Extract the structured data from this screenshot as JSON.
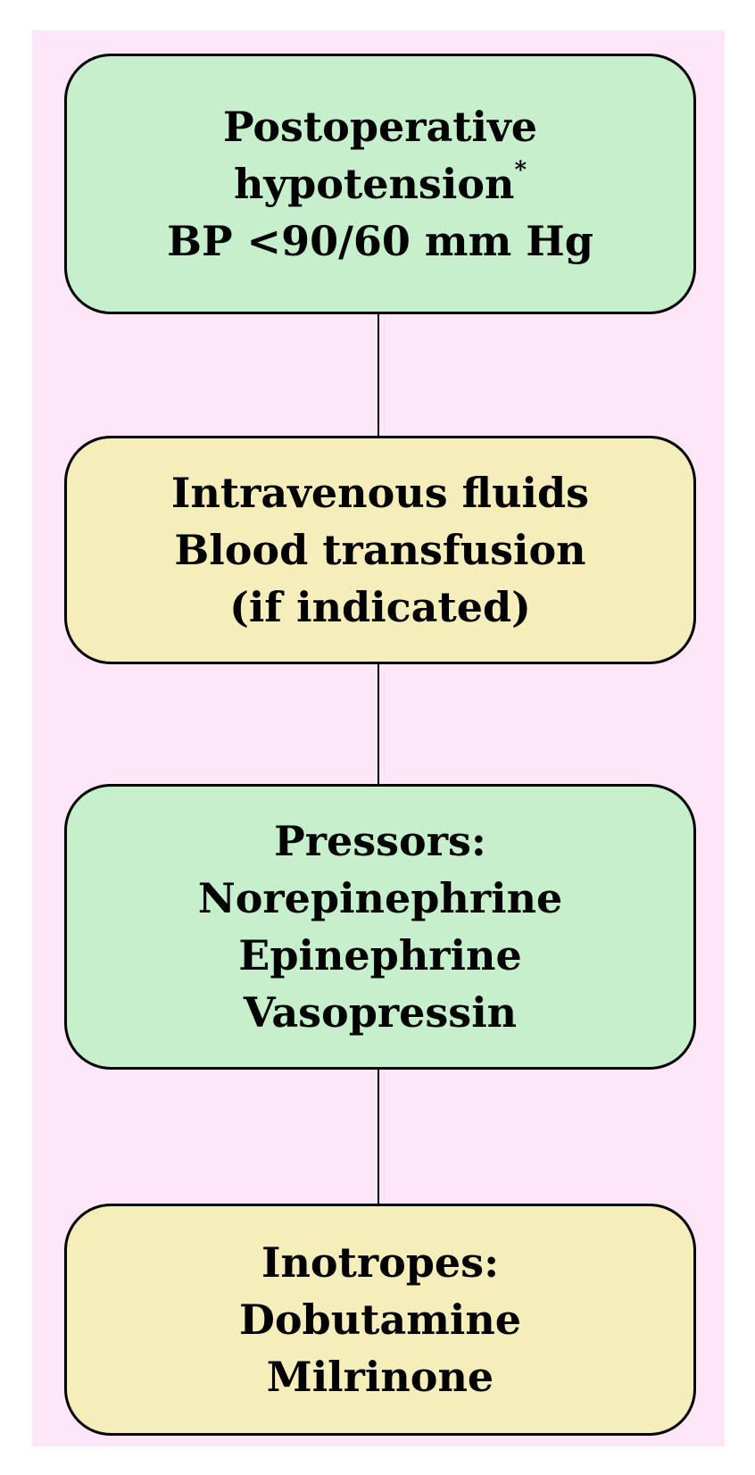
{
  "flowchart": {
    "steps": [
      {
        "lines": [
          "Postoperative",
          "hypotension",
          "BP <90/60 mm Hg"
        ],
        "superscript": "*",
        "fill": "#c6f0cc"
      },
      {
        "lines": [
          "Intravenous fluids",
          "Blood transfusion",
          "(if indicated)"
        ],
        "fill": "#f5eebb"
      },
      {
        "lines": [
          "Pressors:",
          "Norepinephrine",
          "Epinephrine",
          "Vasopressin"
        ],
        "fill": "#c6f0cc"
      },
      {
        "lines": [
          "Inotropes:",
          "Dobutamine",
          "Milrinone"
        ],
        "fill": "#f5eebb"
      }
    ]
  },
  "colors": {
    "background": "#fde6f8",
    "green_box": "#c6f0cc",
    "yellow_box": "#f5eebb",
    "border": "#000000"
  }
}
